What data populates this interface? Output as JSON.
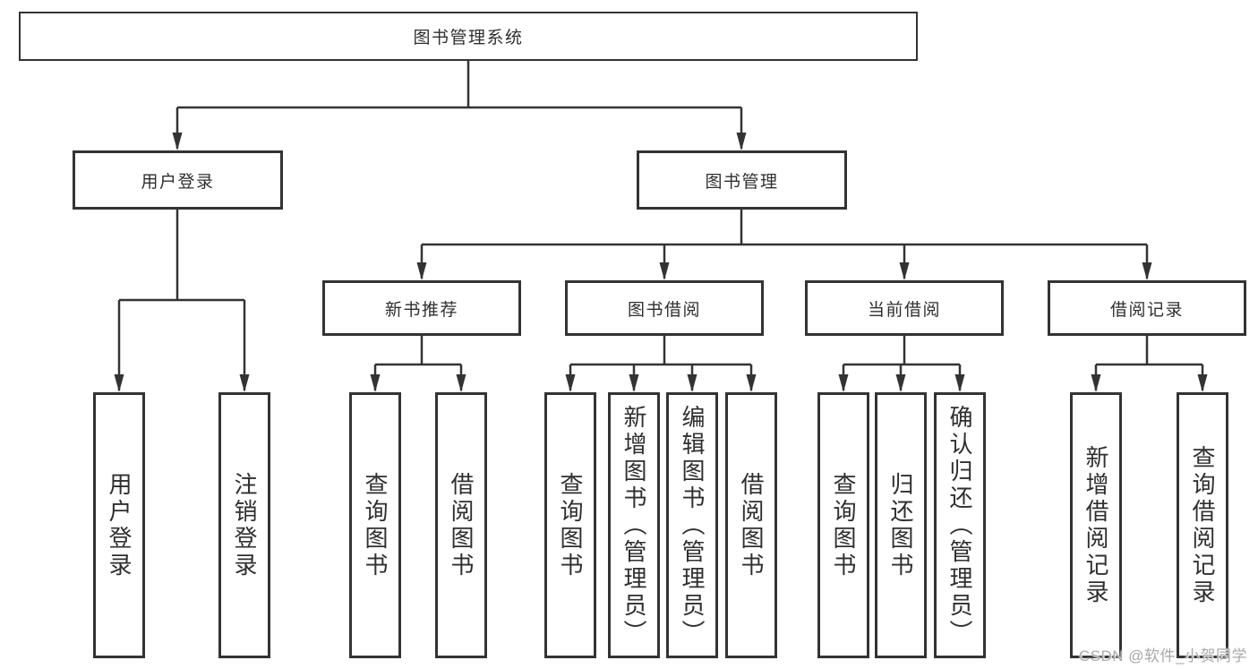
{
  "tree": {
    "root": {
      "label": "图书管理系统",
      "children": [
        {
          "label": "用户登录",
          "children": [
            {
              "label": "用户登录"
            },
            {
              "label": "注销登录"
            }
          ]
        },
        {
          "label": "图书管理",
          "children": [
            {
              "label": "新书推荐",
              "children": [
                {
                  "label": "查询图书"
                },
                {
                  "label": "借阅图书"
                }
              ]
            },
            {
              "label": "图书借阅",
              "children": [
                {
                  "label": "查询图书"
                },
                {
                  "label": "新增图书（管理员）"
                },
                {
                  "label": "编辑图书（管理员）"
                },
                {
                  "label": "借阅图书"
                }
              ]
            },
            {
              "label": "当前借阅",
              "children": [
                {
                  "label": "查询图书"
                },
                {
                  "label": "归还图书"
                },
                {
                  "label": "确认归还（管理员）"
                }
              ]
            },
            {
              "label": "借阅记录",
              "children": [
                {
                  "label": "新增借阅记录"
                },
                {
                  "label": "查询借阅记录"
                }
              ]
            }
          ]
        }
      ]
    }
  },
  "watermark": {
    "text": "CSDN @软件_小贺同学"
  },
  "colors": {
    "line": "#333333",
    "box_border": "#333333",
    "text": "#2f2f2f",
    "watermark": "#a9a9a9",
    "background": "#ffffff"
  }
}
